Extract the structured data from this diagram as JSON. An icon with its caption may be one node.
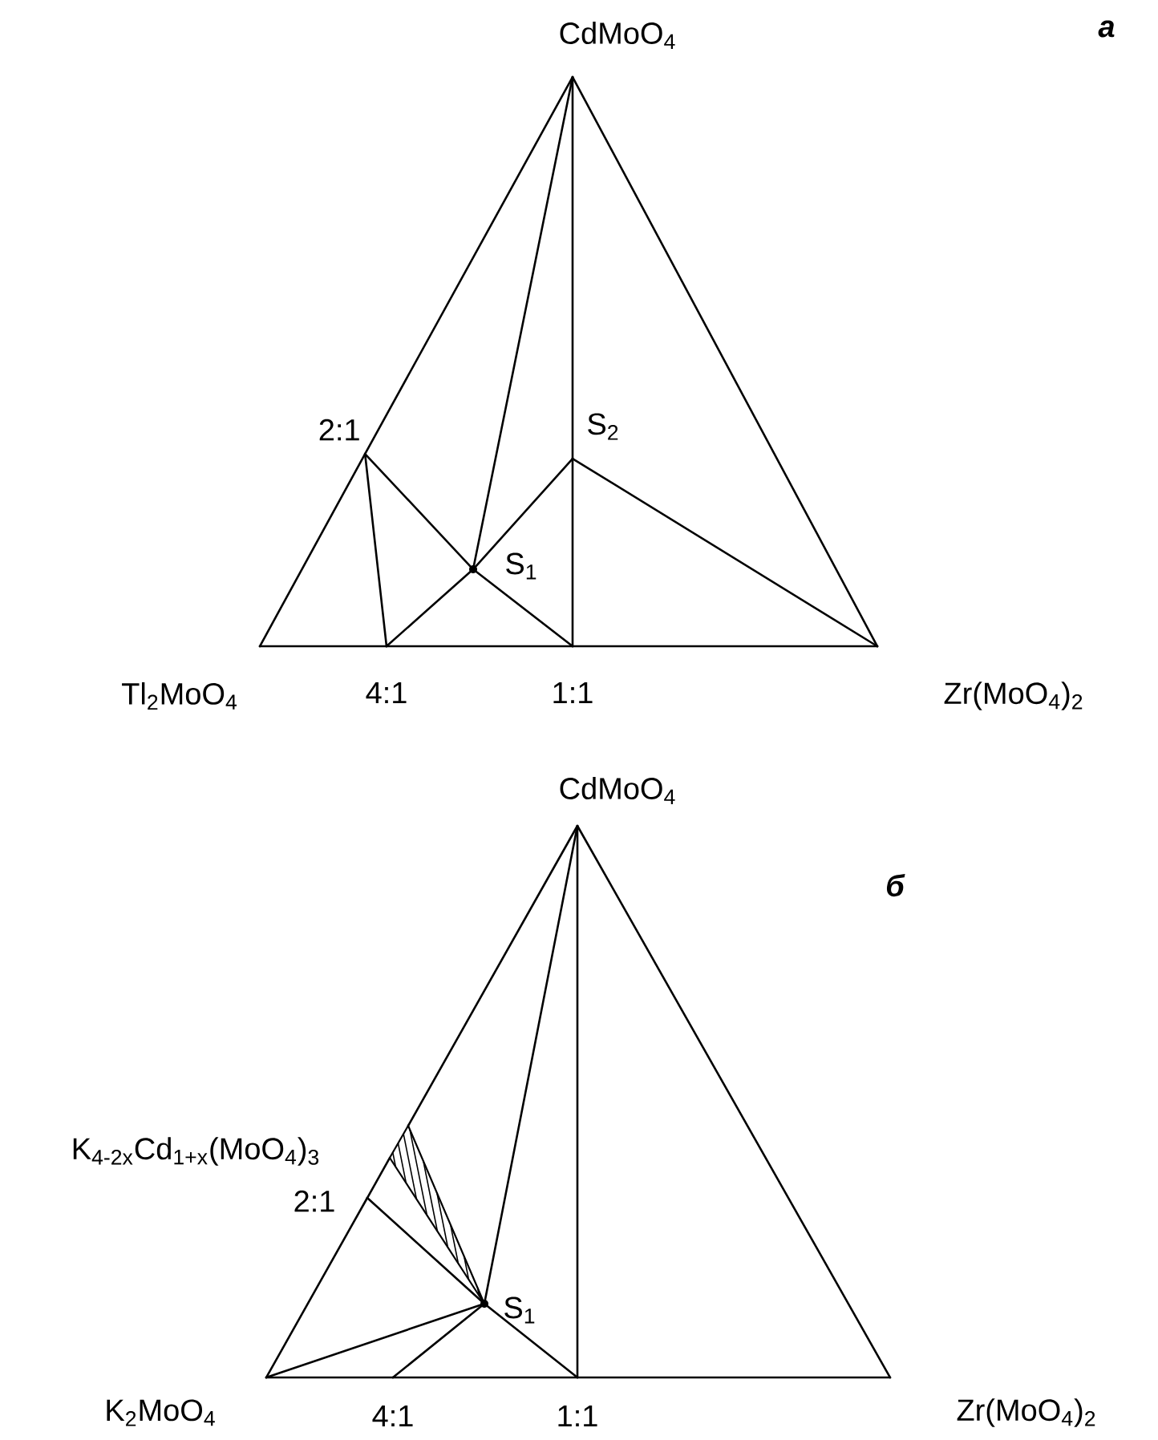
{
  "diagram": {
    "nodes": [
      {
        "text": [
          "CdMoO$_{4}$"
        ]
      },
      {
        "text": [
          "2:1"
        ]
      },
      {
        "text": [
          "S$_{2}$"
        ]
      },
      {
        "text": [
          "S$_{1}$"
        ]
      },
      {
        "text": [
          "Tl$_{2}$MoO$_{4}$"
        ]
      },
      {
        "text": [
          "4:1"
        ]
      },
      {
        "text": [
          "1:1"
        ]
      },
      {
        "text": [
          "Zr(MoO$_{4}$)$_{2}$"
        ]
      },
      {
        "text": [
          "CdMoO$_{4}$"
        ]
      },
      {
        "text": [],
        "shape": "triangle"
      },
      {
        "text": [
          "2:1"
        ]
      },
      {
        "text": [
          "S$_{1}$"
        ]
      },
      {
        "text": [
          "K$_{2}$MoO$_{4}$"
        ]
      },
      {
        "text": [
          "4:1"
        ]
      },
      {
        "text": [
          "1:1"
        ]
      },
      {
        "text": [
          "Zr(MoO$_{4}$)$_{2}$"
        ]
      }
    ],
    "edges": [
      {
        "from": 4,
        "to": 1,
        "arrow": "none"
      },
      {
        "from": 1,
        "to": 0,
        "arrow": "none"
      },
      {
        "from": 0,
        "to": 7,
        "arrow": "none"
      },
      {
        "from": 4,
        "to": 5,
        "arrow": "none"
      },
      {
        "from": 5,
        "to": 6,
        "arrow": "none"
      },
      {
        "from": 6,
        "to": 7,
        "arrow": "none"
      },
      {
        "from": 0,
        "to": 2,
        "arrow": "none"
      },
      {
        "from": 2,
        "to": 6,
        "arrow": "none"
      },
      {
        "from": 0,
        "to": 3,
        "arrow": "none"
      },
      {
        "from": 1,
        "to": 5,
        "arrow": "none"
      },
      {
        "from": 1,
        "to": 3,
        "arrow": "none"
      },
      {
        "from": 3,
        "to": 6,
        "arrow": "none"
      },
      {
        "from": 5,
        "to": 3,
        "arrow": "none"
      },
      {
        "from": 3,
        "to": 2,
        "arrow": "none"
      },
      {
        "from": 2,
        "to": 7,
        "arrow": "none"
      },
      {
        "from": 12,
        "to": 10,
        "arrow": "none"
      },
      {
        "from": 10,
        "to": 9,
        "arrow": "none"
      },
      {
        "from": 9,
        "to": 8,
        "arrow": "none"
      },
      {
        "from": 8,
        "to": 15,
        "arrow": "none"
      },
      {
        "from": 12,
        "to": 13,
        "arrow": "none"
      },
      {
        "from": 13,
        "to": 14,
        "arrow": "none"
      },
      {
        "from": 14,
        "to": 15,
        "arrow": "none"
      },
      {
        "from": 8,
        "to": 14,
        "arrow": "none"
      },
      {
        "from": 8,
        "to": 11,
        "arrow": "none"
      },
      {
        "from": 10,
        "to": 11,
        "arrow": "none"
      },
      {
        "from": 12,
        "to": 11,
        "arrow": "none"
      },
      {
        "from": 13,
        "to": 11,
        "arrow": "none"
      },
      {
        "from": 11,
        "to": 14,
        "arrow": "none"
      }
    ],
    "labels": [
      "a",
      "б",
      "K$_{4-2x}$Cd$_{1+x}$(MoO$_{4}$)$_{3}$"
    ]
  }
}
